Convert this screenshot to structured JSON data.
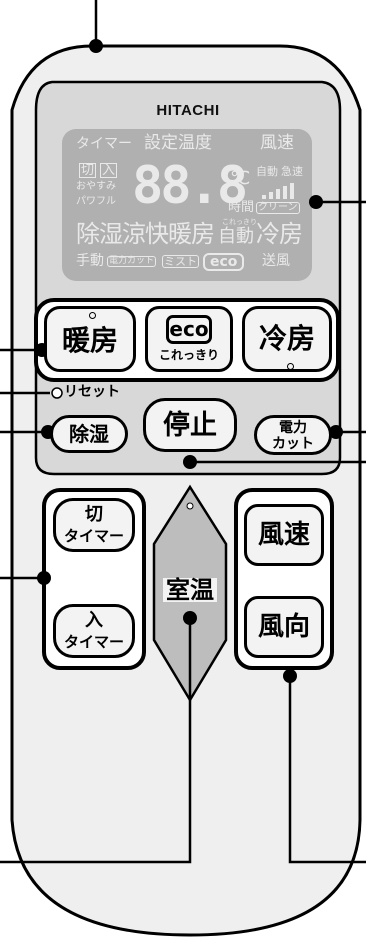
{
  "brand": "HITACHI",
  "display": {
    "timer_label": "タイマー",
    "set_temp_label": "設定温度",
    "fan_speed_label": "風速",
    "off_badge": "切",
    "on_badge": "入",
    "oyasumi": "おやすみ",
    "powerful": "パワフル",
    "temp_digits": "88.8",
    "celsius": "℃",
    "auto": "自動",
    "fast": "急速",
    "time": "時間",
    "clean": "クリーン",
    "modes_row1": "除湿涼快暖房",
    "korekkiri": "これっきり",
    "auto_2": "自動",
    "cool": "冷房",
    "manual": "手動",
    "power_cut_badge": "電力カット",
    "mist": "ミスト",
    "eco_badge": "eco",
    "send_air": "送風"
  },
  "buttons": {
    "heat": "暖房",
    "eco": "eco",
    "eco_sub": "これっきり",
    "cool": "冷房",
    "reset": "リセット",
    "dehumidify": "除湿",
    "stop": "停止",
    "power_cut_line1": "電力",
    "power_cut_line2": "カット",
    "off_timer_line1": "切",
    "off_timer_line2": "タイマー",
    "room_temp": "室温",
    "on_timer_line1": "入",
    "on_timer_line2": "タイマー",
    "fan_speed": "風速",
    "fan_direction": "風向"
  },
  "colors": {
    "remote_body": "#efefef",
    "panel": "#d8d8d8",
    "lcd_bg": "#b0b0b0",
    "lcd_text": "#e9e9e9",
    "group_border": "#222222",
    "button_fill": "#f3f3f3",
    "arrow_fill": "#bdbdbd"
  }
}
